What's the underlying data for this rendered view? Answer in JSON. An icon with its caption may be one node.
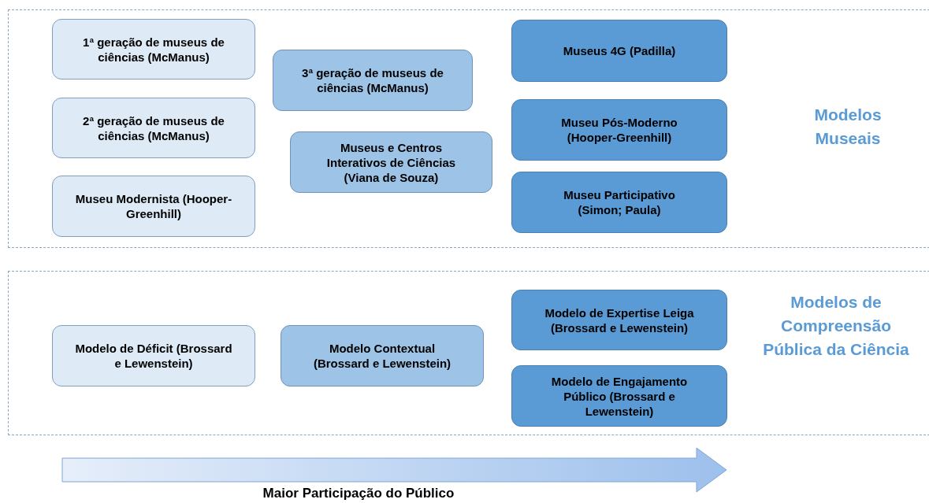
{
  "diagram": {
    "nodes": [
      {
        "text": [
          "Modelos Museais"
        ]
      },
      {
        "text": [
          "1ª geração de museus de ciências (McManus)"
        ],
        "in": 0
      },
      {
        "text": [
          "2ª geração de museus de ciências (McManus)"
        ],
        "in": 0
      },
      {
        "text": [
          "Museu Modernista (Hooper-Greenhill)"
        ],
        "in": 0
      },
      {
        "text": [
          "3ª geração de museus de ciências (McManus)"
        ],
        "in": 0
      },
      {
        "text": [
          "Museus e Centros Interativos de Ciências (Viana de Souza)"
        ],
        "in": 0
      },
      {
        "text": [
          "Museus 4G (Padilla)"
        ],
        "in": 0
      },
      {
        "text": [
          "Museu Pós-Moderno (Hooper-Greenhill)"
        ],
        "in": 0
      },
      {
        "text": [
          "Museu Participativo (Simon; Paula)"
        ],
        "in": 0
      },
      {
        "text": [
          "Modelos de Compreensão Pública da Ciência"
        ]
      },
      {
        "text": [
          "Modelo de Déficit (Brossard e Lewenstein)"
        ],
        "in": 9
      },
      {
        "text": [
          "Modelo Contextual (Brossard e Lewenstein)"
        ],
        "in": 9
      },
      {
        "text": [
          "Modelo de Expertise Leiga (Brossard e Lewenstein)"
        ],
        "in": 9
      },
      {
        "text": [
          "Modelo de Engajamento Público (Brossard e Lewenstein)"
        ],
        "in": 9
      }
    ],
    "labels": [
      "Maior Participação do Público"
    ]
  }
}
